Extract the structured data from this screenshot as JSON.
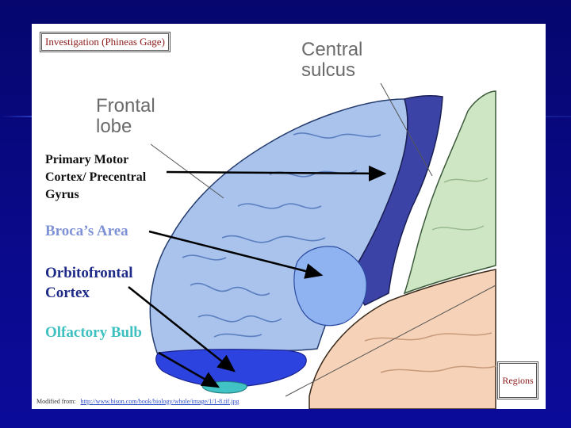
{
  "title_button": "Investigation (Phineas Gage)",
  "labels": {
    "central_sulcus_line1": "Central",
    "central_sulcus_line2": "sulcus",
    "frontal_lobe_line1": "Frontal",
    "frontal_lobe_line2": "lobe"
  },
  "callouts": {
    "primary_motor": [
      "Primary Motor",
      "Cortex/ Precentral",
      "Gyrus"
    ],
    "broca": "Broca’s Area",
    "orbitofrontal": [
      "Orbitofrontal",
      "Cortex"
    ],
    "olfactory": "Olfactory Bulb"
  },
  "regions_button": "Regions",
  "credit": {
    "prefix": "Modified from:",
    "link": "http://www.bison.com/book/biology/whole/image/1/1-8.tif.jpg"
  },
  "colors": {
    "background": "#0a0a8c",
    "frontal_lobe": "#a9c3ec",
    "motor_cortex": "#3b44a6",
    "broca_area": "#8eb3f0",
    "orbitofrontal": "#2d43e0",
    "olfactory_bulb": "#41c2c4",
    "parietal": "#cfe6c4",
    "temporal": "#f6d3b8",
    "broca_text": "#7f92d6",
    "orbitofrontal_text": "#1e2a88",
    "olfactory_text": "#3ec0c0"
  }
}
